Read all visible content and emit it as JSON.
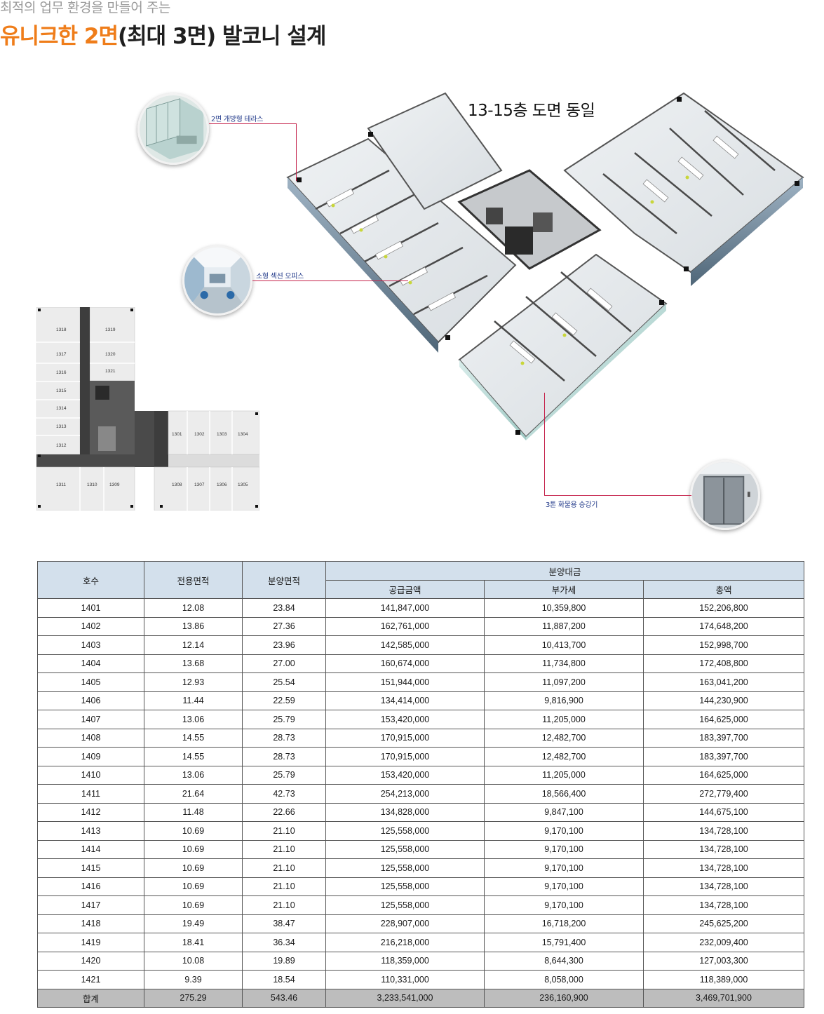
{
  "header": {
    "subtitle": "최적의 업무 환경을 만들어 주는",
    "headline_accent": "유니크한 2면",
    "headline_rest": "(최대 3면) 발코니 설계"
  },
  "floor_note": "13-15층 도면 동일",
  "callouts": [
    {
      "label": "2면 개방형 테라스",
      "photo_icon": "terrace-photo"
    },
    {
      "label": "소형 섹션 오피스",
      "photo_icon": "office-photo"
    },
    {
      "label": "3톤 화물용 승강기",
      "photo_icon": "elevator-photo"
    }
  ],
  "floorplan": {
    "units": [
      "1318",
      "1319",
      "1317",
      "1320",
      "1316",
      "1321",
      "1315",
      "1314",
      "1313",
      "1312",
      "1311",
      "1310",
      "1309",
      "1301",
      "1302",
      "1303",
      "1304",
      "1308",
      "1307",
      "1306",
      "1305"
    ]
  },
  "colors": {
    "accent": "#ef7d1a",
    "callout_line": "#c5224b",
    "callout_text": "#223a8a",
    "table_header_bg": "#d3e0ec",
    "table_total_bg": "#bdbdbd"
  },
  "table": {
    "headers": {
      "unit": "호수",
      "exclusive_area": "전용면적",
      "sale_area": "분양면적",
      "price_group": "분양대금",
      "supply_price": "공급금액",
      "vat": "부가세",
      "total": "총액"
    },
    "rows": [
      [
        "1401",
        "12.08",
        "23.84",
        "141,847,000",
        "10,359,800",
        "152,206,800"
      ],
      [
        "1402",
        "13.86",
        "27.36",
        "162,761,000",
        "11,887,200",
        "174,648,200"
      ],
      [
        "1403",
        "12.14",
        "23.96",
        "142,585,000",
        "10,413,700",
        "152,998,700"
      ],
      [
        "1404",
        "13.68",
        "27.00",
        "160,674,000",
        "11,734,800",
        "172,408,800"
      ],
      [
        "1405",
        "12.93",
        "25.54",
        "151,944,000",
        "11,097,200",
        "163,041,200"
      ],
      [
        "1406",
        "11.44",
        "22.59",
        "134,414,000",
        "9,816,900",
        "144,230,900"
      ],
      [
        "1407",
        "13.06",
        "25.79",
        "153,420,000",
        "11,205,000",
        "164,625,000"
      ],
      [
        "1408",
        "14.55",
        "28.73",
        "170,915,000",
        "12,482,700",
        "183,397,700"
      ],
      [
        "1409",
        "14.55",
        "28.73",
        "170,915,000",
        "12,482,700",
        "183,397,700"
      ],
      [
        "1410",
        "13.06",
        "25.79",
        "153,420,000",
        "11,205,000",
        "164,625,000"
      ],
      [
        "1411",
        "21.64",
        "42.73",
        "254,213,000",
        "18,566,400",
        "272,779,400"
      ],
      [
        "1412",
        "11.48",
        "22.66",
        "134,828,000",
        "9,847,100",
        "144,675,100"
      ],
      [
        "1413",
        "10.69",
        "21.10",
        "125,558,000",
        "9,170,100",
        "134,728,100"
      ],
      [
        "1414",
        "10.69",
        "21.10",
        "125,558,000",
        "9,170,100",
        "134,728,100"
      ],
      [
        "1415",
        "10.69",
        "21.10",
        "125,558,000",
        "9,170,100",
        "134,728,100"
      ],
      [
        "1416",
        "10.69",
        "21.10",
        "125,558,000",
        "9,170,100",
        "134,728,100"
      ],
      [
        "1417",
        "10.69",
        "21.10",
        "125,558,000",
        "9,170,100",
        "134,728,100"
      ],
      [
        "1418",
        "19.49",
        "38.47",
        "228,907,000",
        "16,718,200",
        "245,625,200"
      ],
      [
        "1419",
        "18.41",
        "36.34",
        "216,218,000",
        "15,791,400",
        "232,009,400"
      ],
      [
        "1420",
        "10.08",
        "19.89",
        "118,359,000",
        "8,644,300",
        "127,003,300"
      ],
      [
        "1421",
        "9.39",
        "18.54",
        "110,331,000",
        "8,058,000",
        "118,389,000"
      ]
    ],
    "total": [
      "합계",
      "275.29",
      "543.46",
      "3,233,541,000",
      "236,160,900",
      "3,469,701,900"
    ]
  }
}
